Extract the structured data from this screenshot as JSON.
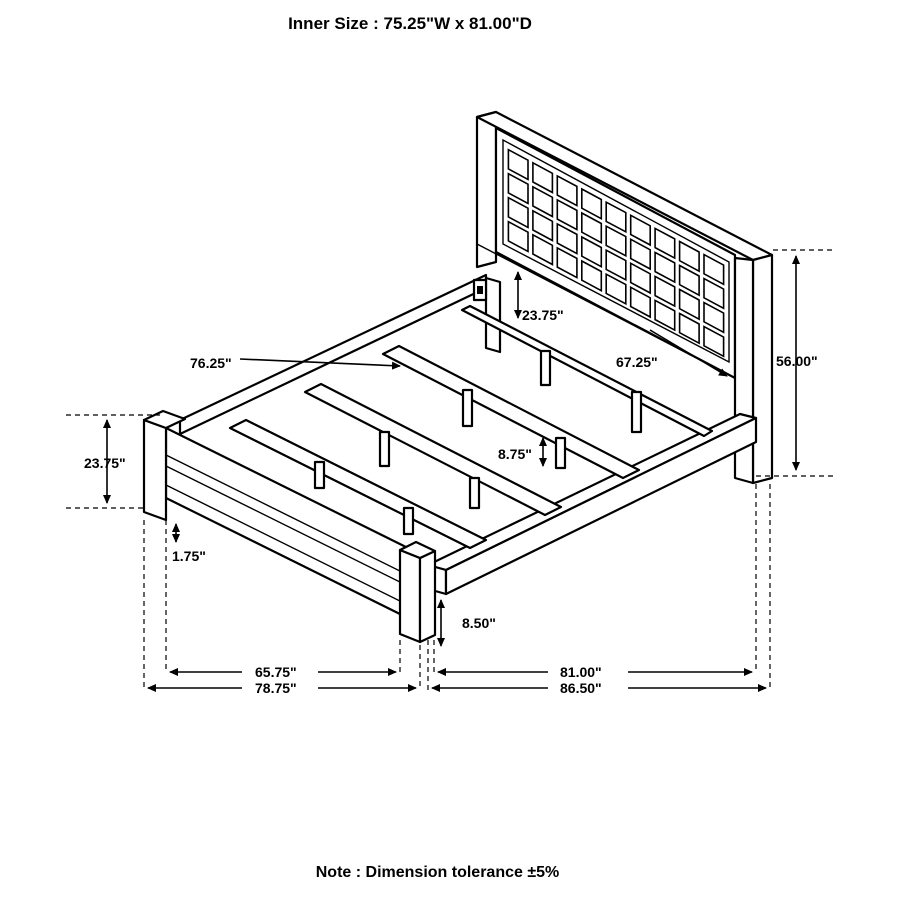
{
  "header": {
    "title": "Inner Size : 75.25\"W x 81.00\"D"
  },
  "dimensions": {
    "headboard_height": "56.00\"",
    "headboard_panel_gap": "23.75\"",
    "footboard_height": "23.75\"",
    "side_rail_length": "67.25\"",
    "slat_length": "76.25\"",
    "slat_support_height": "8.75\"",
    "footboard_clearance": "1.75\"",
    "leg_height": "8.50\"",
    "inner_width": "65.75\"",
    "outer_width": "78.75\"",
    "inner_depth": "81.00\"",
    "outer_depth": "86.50\""
  },
  "footer": {
    "note": "Note : Dimension tolerance ±5%"
  }
}
